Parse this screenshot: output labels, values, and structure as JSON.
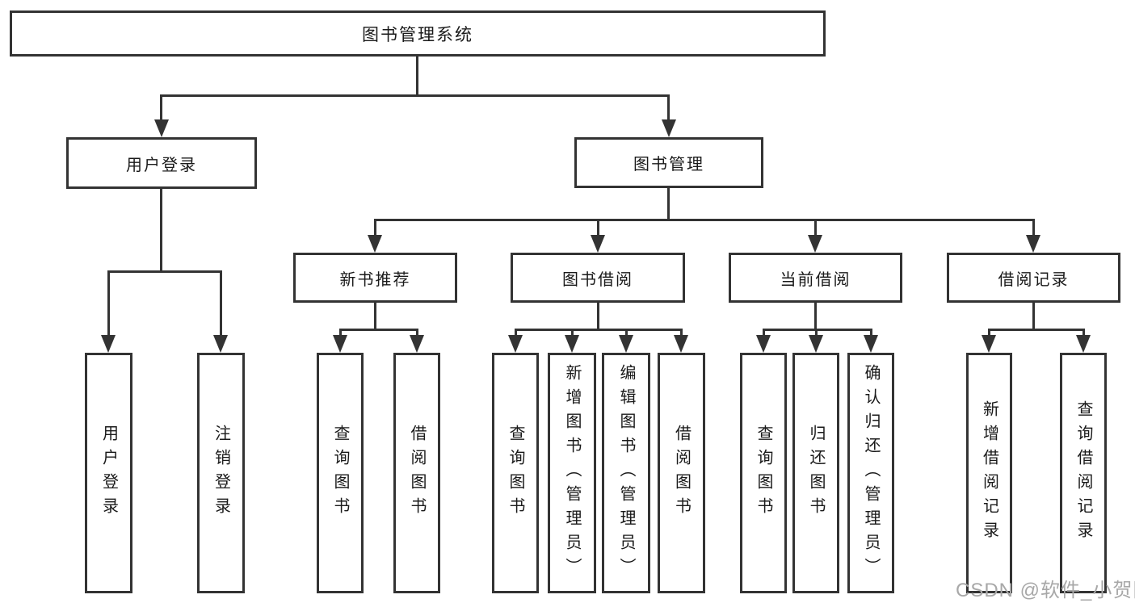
{
  "diagram": {
    "root": {
      "label": "图书管理系统"
    },
    "level2": [
      {
        "label": "用户登录"
      },
      {
        "label": "图书管理"
      }
    ],
    "level3": [
      {
        "label": "新书推荐",
        "parent": "图书管理"
      },
      {
        "label": "图书借阅",
        "parent": "图书管理"
      },
      {
        "label": "当前借阅",
        "parent": "图书管理"
      },
      {
        "label": "借阅记录",
        "parent": "图书管理"
      }
    ],
    "leaves": [
      {
        "label": "用户登录",
        "parent": "用户登录"
      },
      {
        "label": "注销登录",
        "parent": "用户登录"
      },
      {
        "label": "查询图书",
        "parent": "新书推荐"
      },
      {
        "label": "借阅图书",
        "parent": "新书推荐"
      },
      {
        "label": "查询图书",
        "parent": "图书借阅"
      },
      {
        "label": "新增图书（管理员）",
        "parent": "图书借阅"
      },
      {
        "label": "编辑图书（管理员）",
        "parent": "图书借阅"
      },
      {
        "label": "借阅图书",
        "parent": "图书借阅"
      },
      {
        "label": "查询图书",
        "parent": "当前借阅"
      },
      {
        "label": "归还图书",
        "parent": "当前借阅"
      },
      {
        "label": "确认归还（管理员）",
        "parent": "当前借阅"
      },
      {
        "label": "新增借阅记录",
        "parent": "借阅记录"
      },
      {
        "label": "查询借阅记录",
        "parent": "借阅记录"
      }
    ]
  },
  "watermark": {
    "text": "CSDN @软件_小贺同学"
  },
  "colors": {
    "line": "#333333",
    "text": "#1a1a1a",
    "watermark": "#a8a8a8",
    "background": "#ffffff"
  }
}
